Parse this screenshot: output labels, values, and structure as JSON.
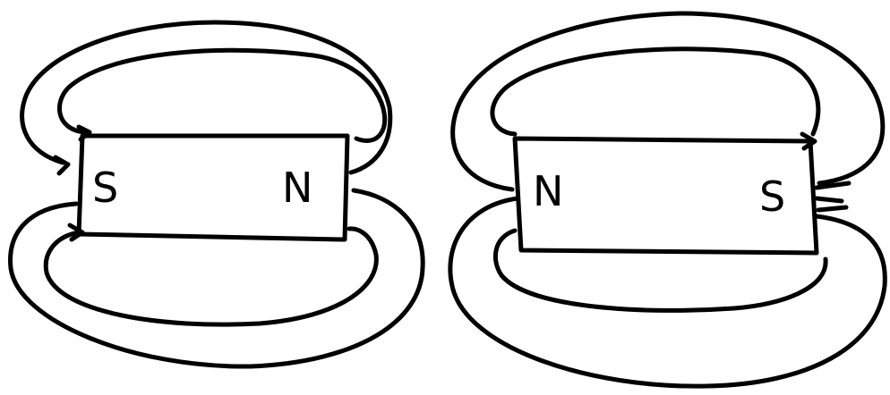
{
  "magnets": [
    {
      "left_pole": "S",
      "right_pole": "N"
    },
    {
      "left_pole": "N",
      "right_pole": "S"
    }
  ],
  "colors": {
    "ink": "#000000",
    "background": "#ffffff"
  }
}
